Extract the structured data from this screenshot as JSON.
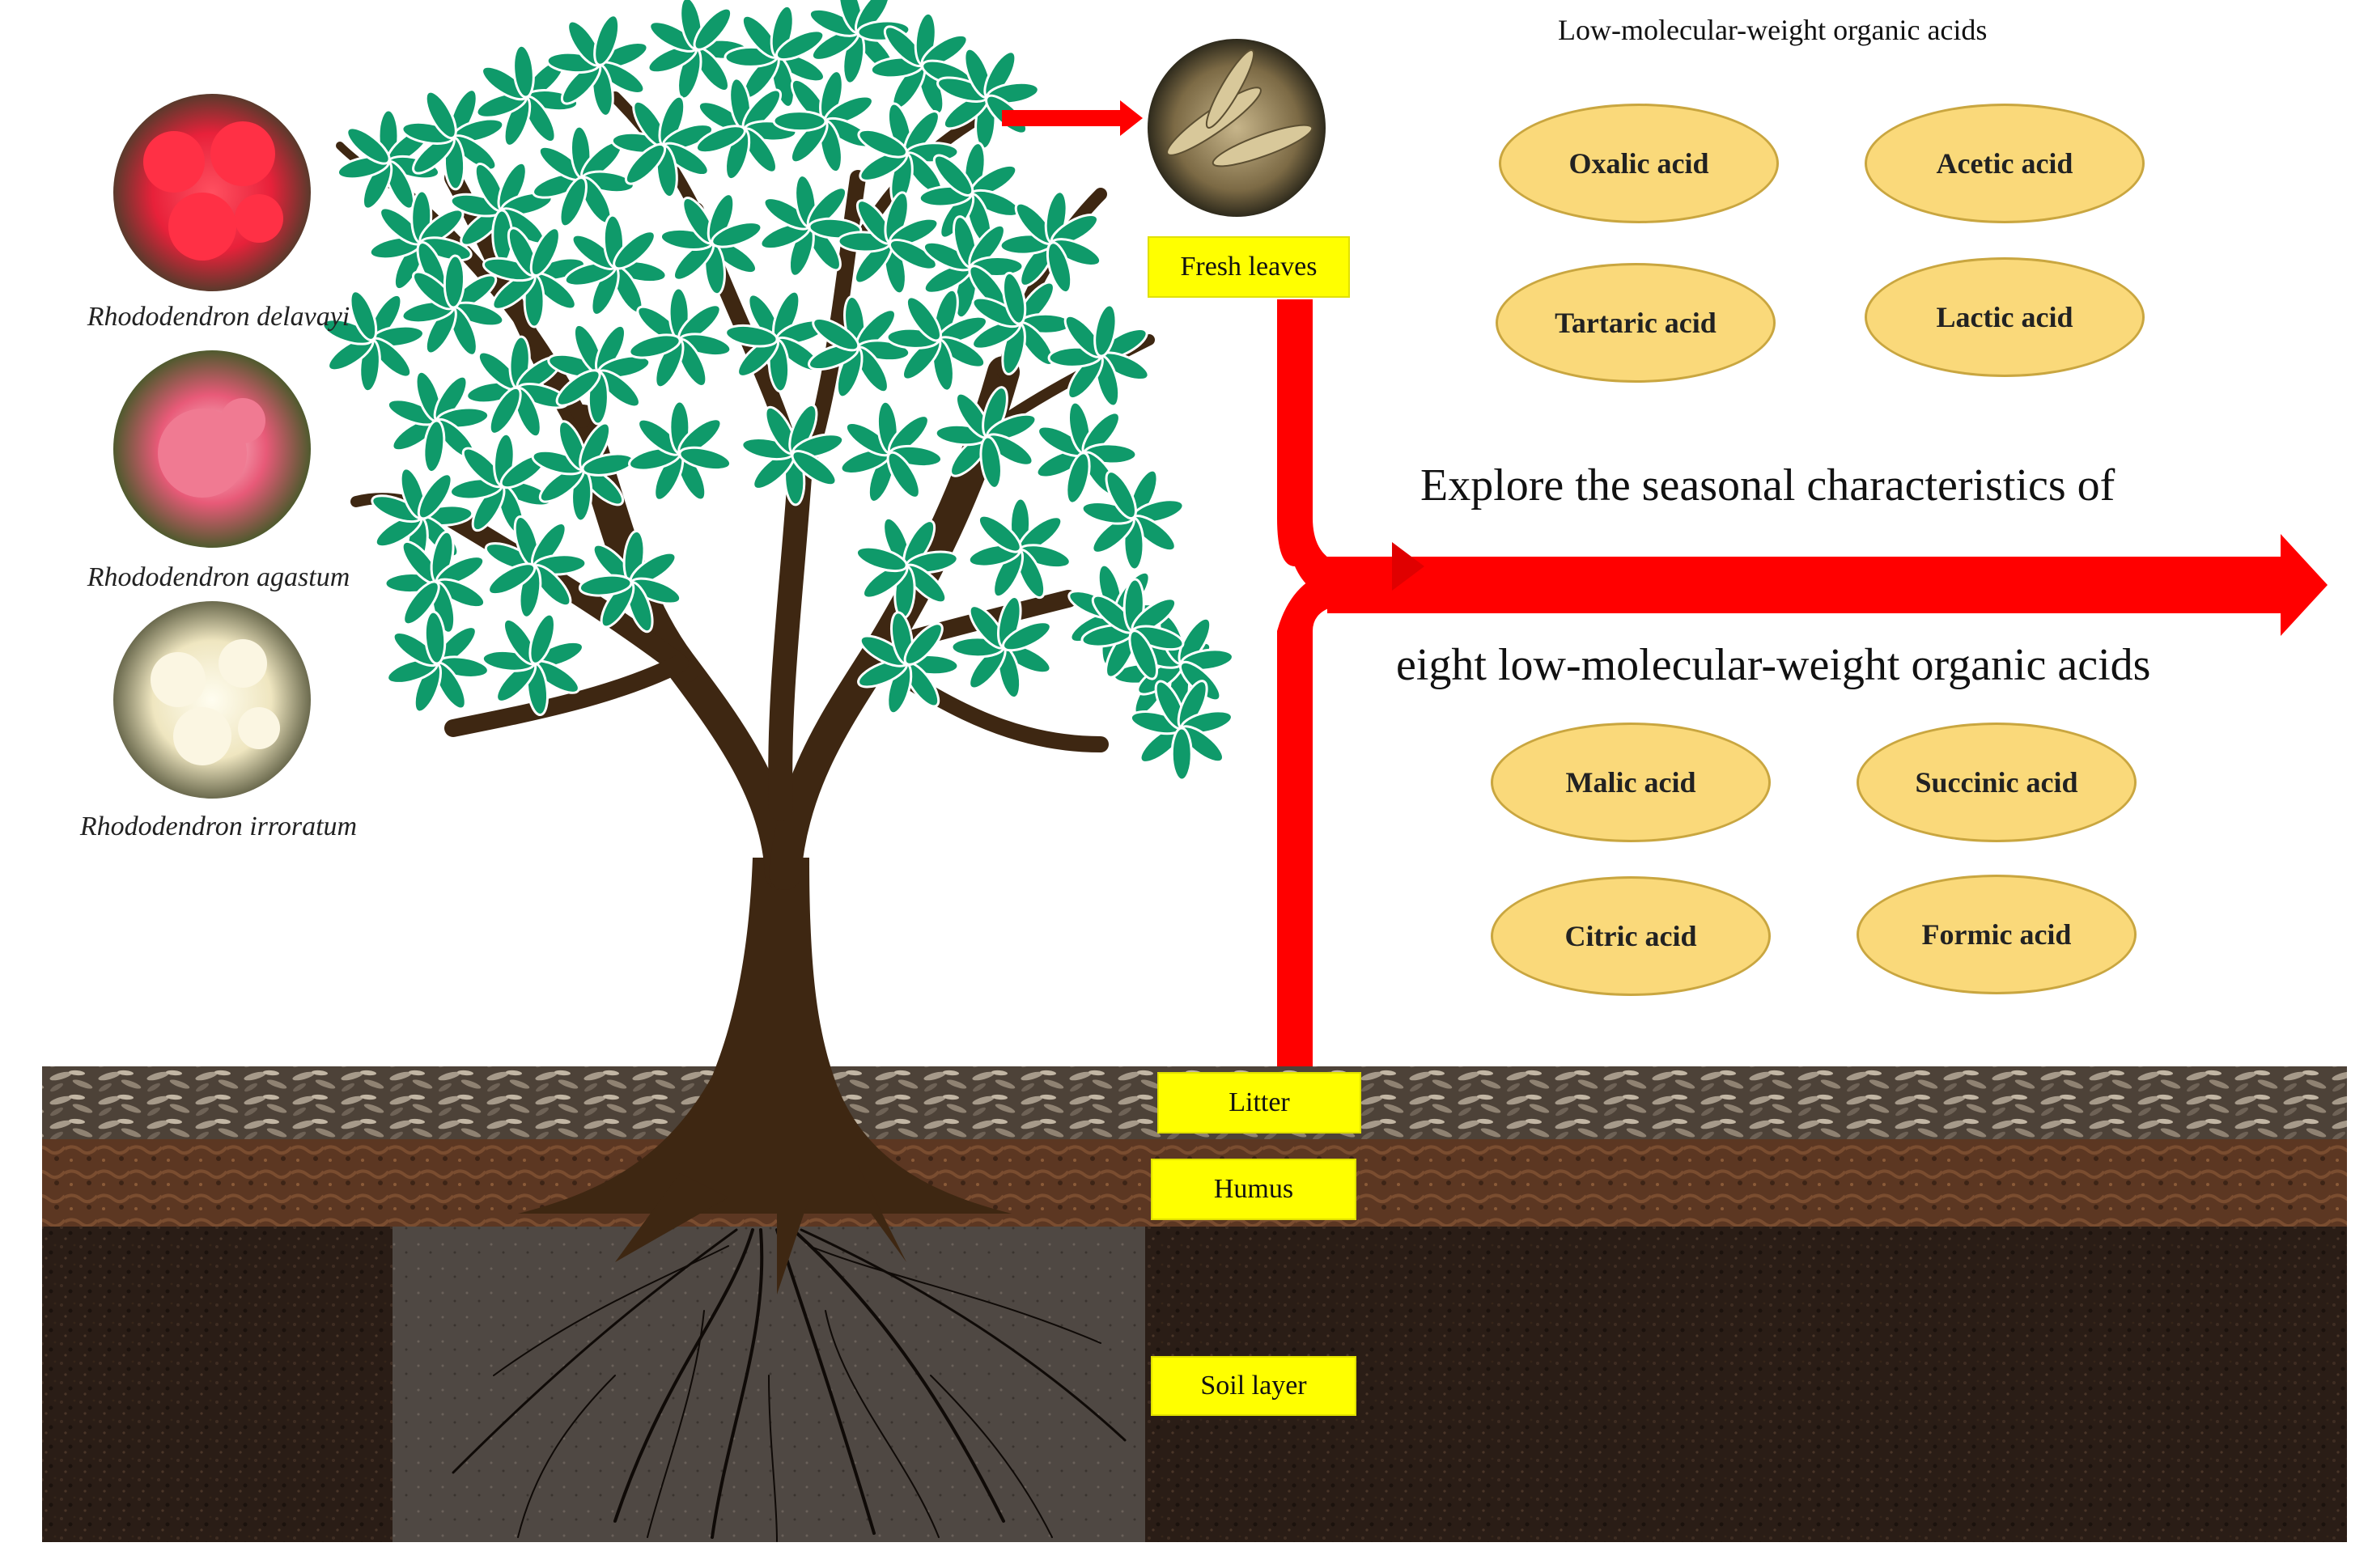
{
  "species": [
    {
      "name": "Rhododendron delavayi",
      "photo": "red-rhododendron-photo",
      "color": "#e8213a"
    },
    {
      "name": "Rhododendron agastum",
      "photo": "pink-rhododendron-photo",
      "color": "#e85a78"
    },
    {
      "name": "Rhododendron irroratum",
      "photo": "white-rhododendron-photo",
      "color": "#f1ecd2"
    }
  ],
  "layers": {
    "fresh_leaves": "Fresh leaves",
    "litter": "Litter",
    "humus": "Humus",
    "soil": "Soil layer"
  },
  "acids_heading": "Low-molecular-weight  organic  acids",
  "explore_line1": "Explore the seasonal characteristics of",
  "explore_line2": "eight low-molecular-weight  organic acids",
  "acids_top": [
    "Oxalic acid",
    "Acetic acid",
    "Tartaric  acid",
    "Lactic acid"
  ],
  "acids_bottom": [
    "Malic acid",
    "Succinic   acid",
    "Citric acid",
    "Formic  acid"
  ],
  "colors": {
    "arrow": "#ff0000",
    "label_box": "#ffff00",
    "oval_fill": "#fad97a",
    "leaf": "#0f9a6a",
    "trunk": "#3e2712"
  }
}
